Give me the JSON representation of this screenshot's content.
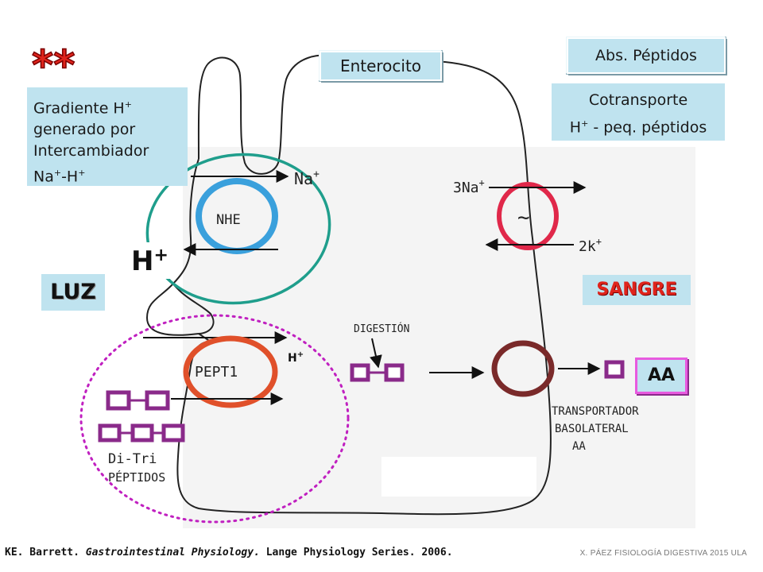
{
  "enterocito_label": "Enterocito",
  "title_button": "Abs. Péptidos",
  "gradient_box": {
    "line1": "Gradiente H",
    "line1_sup": "+",
    "line2": "generado por",
    "line3": "Intercambiador",
    "line4": "Na",
    "line4_sup1": "+",
    "line4_mid": "-H",
    "line4_sup2": "+"
  },
  "cotransport_box": {
    "line1": "Cotransporte",
    "line2_a": "H",
    "line2_sup": "+",
    "line2_b": " - peq. péptidos"
  },
  "luz_label": "LUZ",
  "sangre_label": "SANGRE",
  "aa_label": "AA",
  "big_h": "H",
  "big_h_sup": "+",
  "hand_labels": {
    "nhe": "NHE",
    "na": "Na",
    "na_sup": "+",
    "three_na": "3Na",
    "three_na_sup": "+",
    "two_k": "2k",
    "two_k_sup": "+",
    "pept1": "PEPT1",
    "small_h": "H",
    "small_h_sup": "+",
    "digestion": "DIGESTIÓN",
    "pump_symbol": "~",
    "transporter_l1": "TRANSPORTADOR",
    "transporter_l2": "BASOLATERAL",
    "transporter_l3": "AA",
    "di_tri": "Di-Tri",
    "peptidos": "PÉPTIDOS"
  },
  "footer": {
    "citation_author": "KE. Barrett. ",
    "citation_title": "Gastrointestinal Physiology.",
    "citation_rest": " Lange Physiology Series. 2006.",
    "credit": "X. PÁEZ   FISIOLOGÍA DIGESTIVA 2015  ULA"
  },
  "colors": {
    "nhe_ring": "#3aa0dc",
    "teal_ellipse": "#1f9e8c",
    "pept1_ring": "#e0502a",
    "pump_ring": "#e0284a",
    "basolateral_ring": "#7a2a2a",
    "peptide_box": "#8a2a8a",
    "dotted_ellipse": "#c020c0",
    "sangre_text": "#e0241c",
    "stars": "#e0241c"
  }
}
